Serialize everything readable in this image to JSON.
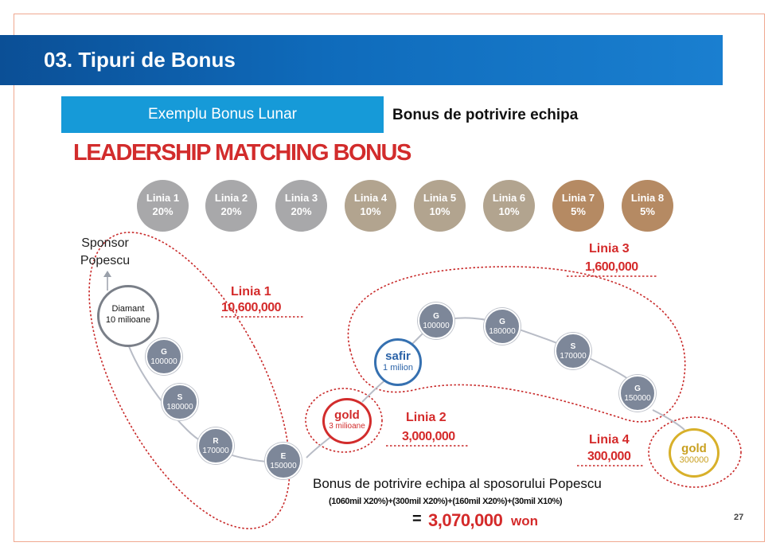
{
  "header": {
    "title": "03. Tipuri de Bonus"
  },
  "tab": {
    "label": "Exemplu Bonus Lunar"
  },
  "subtitle": "Bonus de potrivire echipa",
  "big_title": "LEADERSHIP MATCHING BONUS",
  "levels": [
    {
      "name": "Linia 1",
      "pct": "20%"
    },
    {
      "name": "Linia 2",
      "pct": "20%"
    },
    {
      "name": "Linia 3",
      "pct": "20%"
    },
    {
      "name": "Linia 4",
      "pct": "10%"
    },
    {
      "name": "Linia 5",
      "pct": "10%"
    },
    {
      "name": "Linia 6",
      "pct": "10%"
    },
    {
      "name": "Linia 7",
      "pct": "5%"
    },
    {
      "name": "Linia 8",
      "pct": "5%"
    }
  ],
  "sponsor": {
    "line1": "Sponsor",
    "line2": "Popescu"
  },
  "diamond": {
    "line1": "Diamant",
    "line2": "10 milioane"
  },
  "left_nodes": [
    {
      "rank": "G",
      "value": "100000"
    },
    {
      "rank": "S",
      "value": "180000"
    },
    {
      "rank": "R",
      "value": "170000"
    },
    {
      "rank": "E",
      "value": "150000"
    }
  ],
  "right_nodes": [
    {
      "rank": "G",
      "value": "100000"
    },
    {
      "rank": "G",
      "value": "180000"
    },
    {
      "rank": "S",
      "value": "170000"
    },
    {
      "rank": "G",
      "value": "150000"
    }
  ],
  "safir": {
    "name": "safir",
    "value": "1 milion"
  },
  "gold_mid": {
    "name": "gold",
    "value": "3 milioane"
  },
  "gold_right": {
    "name": "gold",
    "value": "300000"
  },
  "lines": {
    "l1": {
      "name": "Linia 1",
      "amount": "10,600,000"
    },
    "l2": {
      "name": "Linia 2",
      "amount": "3,000,000"
    },
    "l3": {
      "name": "Linia 3",
      "amount": "1,600,000"
    },
    "l4": {
      "name": "Linia 4",
      "amount": "300,000"
    }
  },
  "summary": {
    "heading": "Bonus de potrivire echipa al sposorului Popescu",
    "formula": "(1060mil X20%)+(300mil X20%)+(160mil X20%)+(30mil X10%)",
    "eq": "=",
    "total": "3,070,000",
    "unit": "won"
  },
  "page_number": "27",
  "colors": {
    "accent_red": "#d42a2a",
    "blue": "#169ad8",
    "gold": "#d8b02a"
  }
}
